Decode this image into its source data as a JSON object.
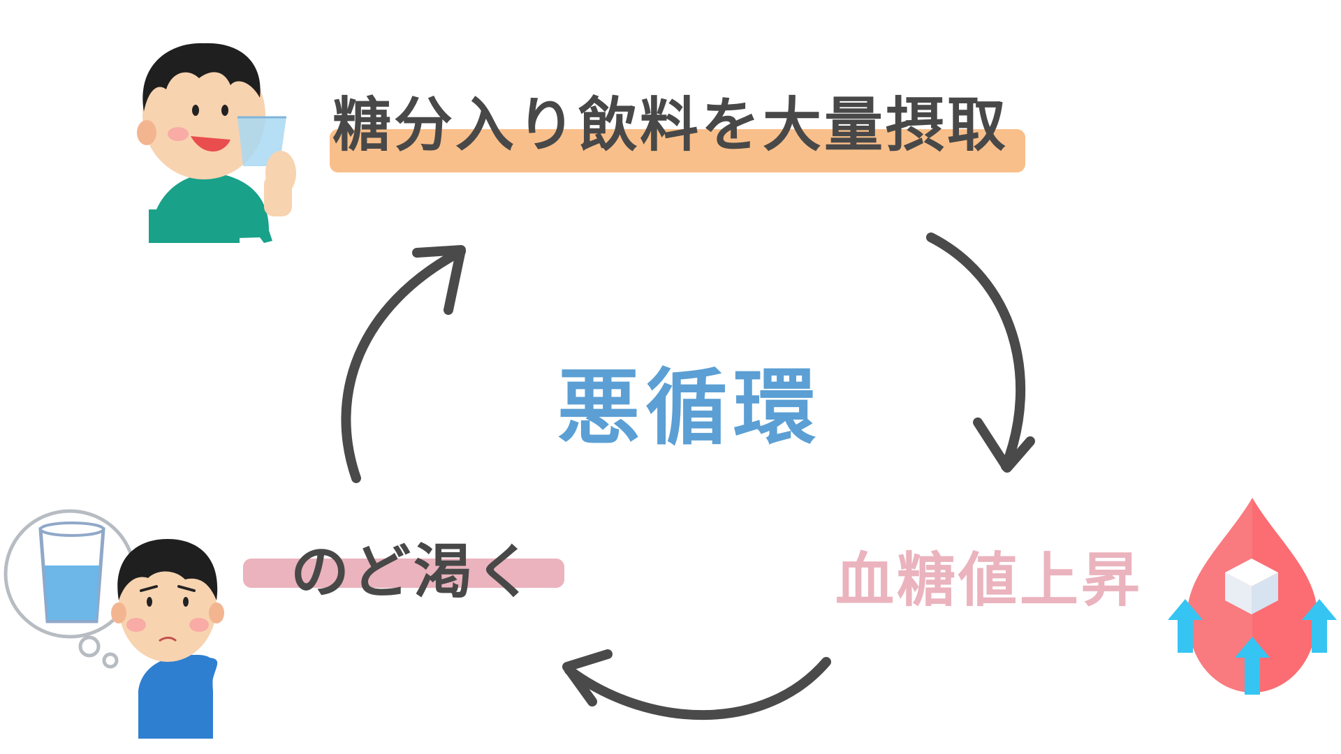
{
  "diagram": {
    "center_label": "悪循環",
    "steps": [
      {
        "label": "糖分入り飲料を大量摂取"
      },
      {
        "label": "血糖値上昇"
      },
      {
        "label": "のど渇く"
      }
    ]
  },
  "colors": {
    "center_text": "#5b9fd4",
    "step1_text": "#484848",
    "step1_highlight": "#f9bf8a",
    "step2_text": "#eab3bd",
    "step3_text": "#484848",
    "step3_highlight": "#eab3bd",
    "arrow": "#4a4a4a",
    "drop": "#f97a7f",
    "up_arrow": "#36c5f2"
  },
  "icons": {
    "drinking_person": "boy-drinking-icon",
    "blood_sugar": "blood-drop-sugar-icon",
    "thirsty_person": "thirsty-boy-icon"
  }
}
